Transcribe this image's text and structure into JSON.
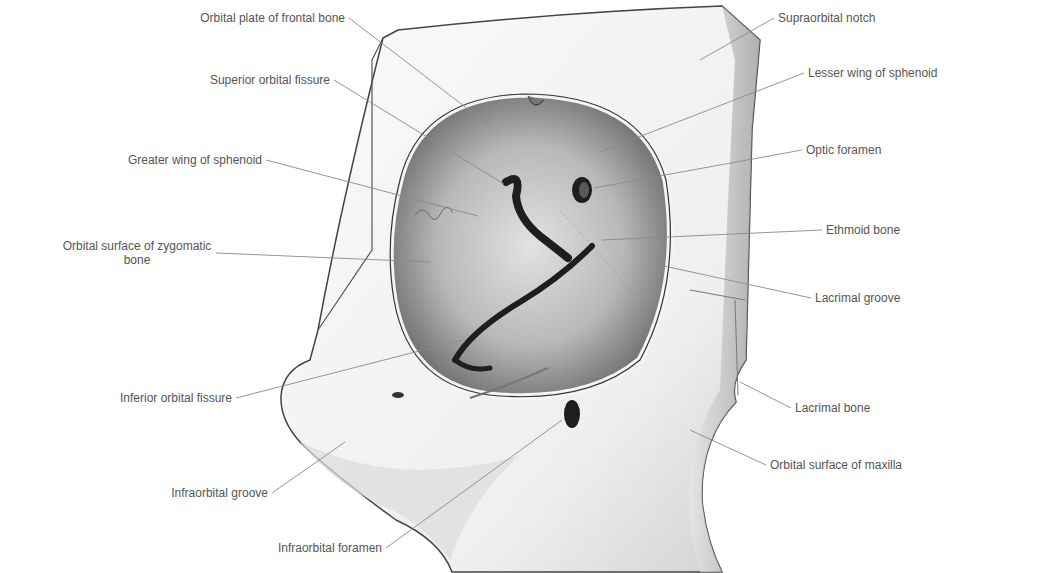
{
  "diagram": {
    "labels": [
      "Orbital plate of frontal bone",
      "Superior orbital fissure",
      "Greater wing of sphenoid",
      "Orbital surface of zygomatic bone",
      "Inferior orbital fissure",
      "Infraorbital groove",
      "Infraorbital foramen",
      "Supraorbital notch",
      "Lesser wing of sphenoid",
      "Optic foramen",
      "Ethmoid bone",
      "Lacrimal groove",
      "Lacrimal bone",
      "Orbital surface of maxilla"
    ]
  }
}
